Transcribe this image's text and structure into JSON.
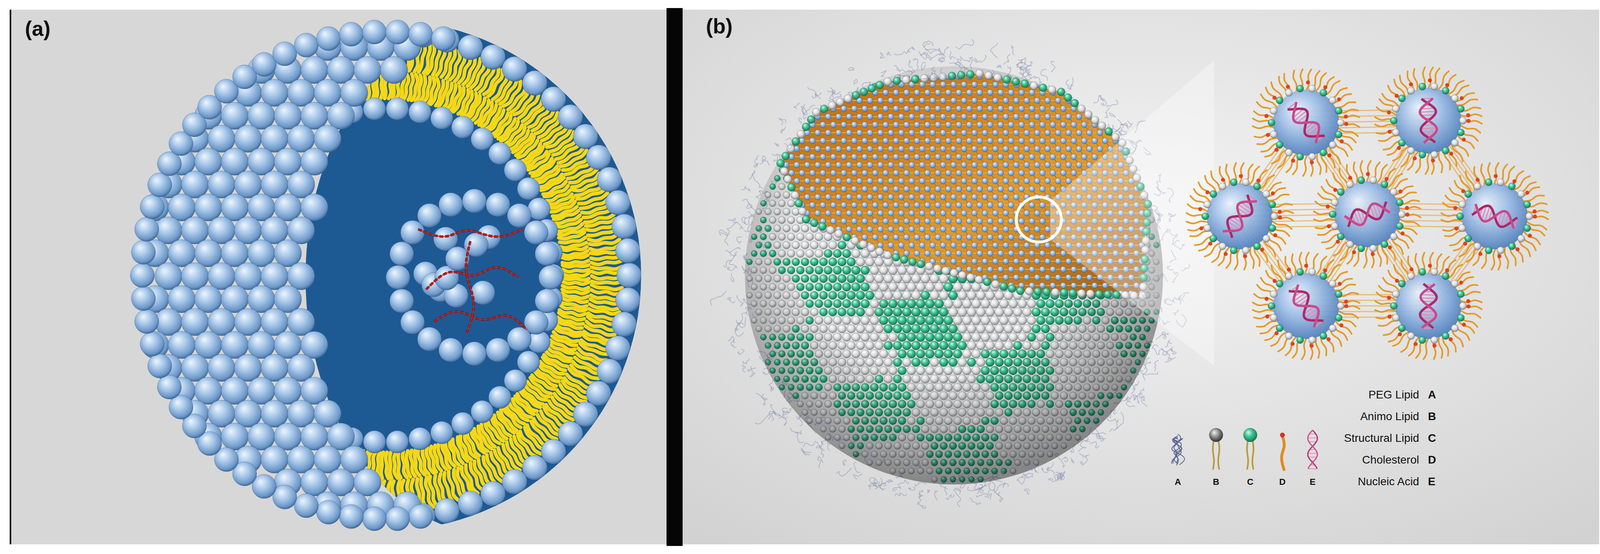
{
  "diagram": {
    "labels": [
      "(a)",
      "(b)",
      "A",
      "B",
      "C",
      "D",
      "E",
      "A",
      "B",
      "C",
      "D",
      "E"
    ],
    "legend": [
      {
        "text": "PEG Lipid"
      },
      {
        "text": "Animo Lipid"
      },
      {
        "text": "Structural Lipid"
      },
      {
        "text": "Cholesterol"
      },
      {
        "text": "Nucleic Acid"
      }
    ]
  }
}
